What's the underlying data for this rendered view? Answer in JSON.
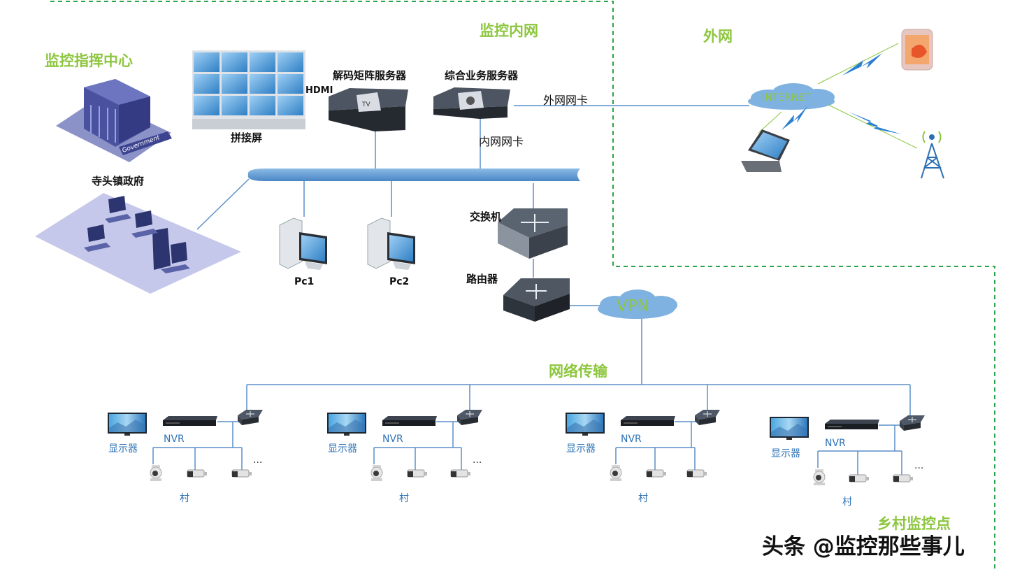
{
  "zones": {
    "monitor_intranet": "监控内网",
    "extranet": "外网",
    "command_center": "监控指挥中心",
    "village_points": "乡村监控点",
    "network_transmission": "网络传输"
  },
  "center": {
    "video_wall": "拼接屏",
    "hdmi": "HDMI",
    "decoder_server": "解码矩阵服务器",
    "business_server": "综合业务服务器",
    "extranet_nic": "外网网卡",
    "intranet_nic": "内网网卡",
    "government_label": "寺头镇政府",
    "government_sign": "Government",
    "pc1": "Pc1",
    "pc2": "Pc2",
    "switch": "交换机",
    "router": "路由器",
    "vpn": "VPN",
    "internet": "INTERNET"
  },
  "village_sites": [
    {
      "monitor": "显示器",
      "nvr": "NVR",
      "more": "...",
      "village": "村"
    },
    {
      "monitor": "显示器",
      "nvr": "NVR",
      "more": "...",
      "village": "村"
    },
    {
      "monitor": "显示器",
      "nvr": "NVR",
      "more": "...",
      "village": "村"
    },
    {
      "monitor": "显示器",
      "nvr": "NVR",
      "more": "...",
      "village": "村"
    }
  ],
  "watermark": "头条 @监控那些事儿",
  "colors": {
    "zone_green": "#8dc63f",
    "dashed_border": "#2ca44a",
    "link_blue": "#5b8fc9",
    "bus_blue": "#5b9bd5",
    "cloud_blue": "#7fb2e0",
    "device_dark": "#2e3440"
  },
  "icons": [
    "government-building-icon",
    "video-wall-icon",
    "decoder-server-icon",
    "business-server-icon",
    "office-workstations-icon",
    "pc-icon",
    "switch-icon",
    "router-icon",
    "vpn-cloud-icon",
    "internet-cloud-icon",
    "smartphone-icon",
    "laptop-icon",
    "signal-tower-icon",
    "tv-monitor-icon",
    "nvr-icon",
    "dome-camera-icon",
    "bullet-camera-icon"
  ]
}
